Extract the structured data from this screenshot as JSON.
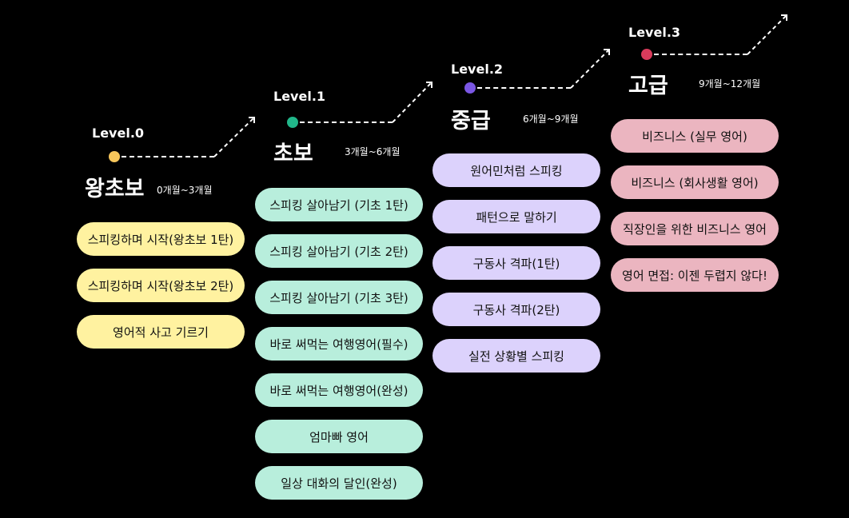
{
  "levels": [
    {
      "label": "Level.0",
      "title": "왕초보",
      "duration": "0개월~3개월",
      "color": "#F7C65B",
      "button_color": "#FFF2A0",
      "courses": [
        "스피킹하며 시작(왕초보 1탄)",
        "스피킹하며 시작(왕초보 2탄)",
        "영어적 사고 기르기"
      ]
    },
    {
      "label": "Level.1",
      "title": "초보",
      "duration": "3개월~6개월",
      "color": "#21B78A",
      "button_color": "#B8EEDC",
      "courses": [
        "스피킹 살아남기 (기초 1탄)",
        "스피킹 살아남기 (기초 2탄)",
        "스피킹 살아남기 (기초 3탄)",
        "바로 써먹는 여행영어(필수)",
        "바로 써먹는 여행영어(완성)",
        "엄마빠 영어",
        "일상 대화의 달인(완성)"
      ]
    },
    {
      "label": "Level.2",
      "title": "중급",
      "duration": "6개월~9개월",
      "color": "#7B57E4",
      "button_color": "#DCD2FC",
      "courses": [
        "원어민처럼 스피킹",
        "패턴으로 말하기",
        "구동사 격파(1탄)",
        "구동사 격파(2탄)",
        "실전 상황별 스피킹"
      ]
    },
    {
      "label": "Level.3",
      "title": "고급",
      "duration": "9개월~12개월",
      "color": "#D93B5B",
      "button_color": "#EBB5C0",
      "courses": [
        "비즈니스 (실무 영어)",
        "비즈니스 (회사생활 영어)",
        "직장인을 위한 비즈니스 영어",
        "영어 면접: 이젠 두렵지 않다!"
      ]
    }
  ]
}
